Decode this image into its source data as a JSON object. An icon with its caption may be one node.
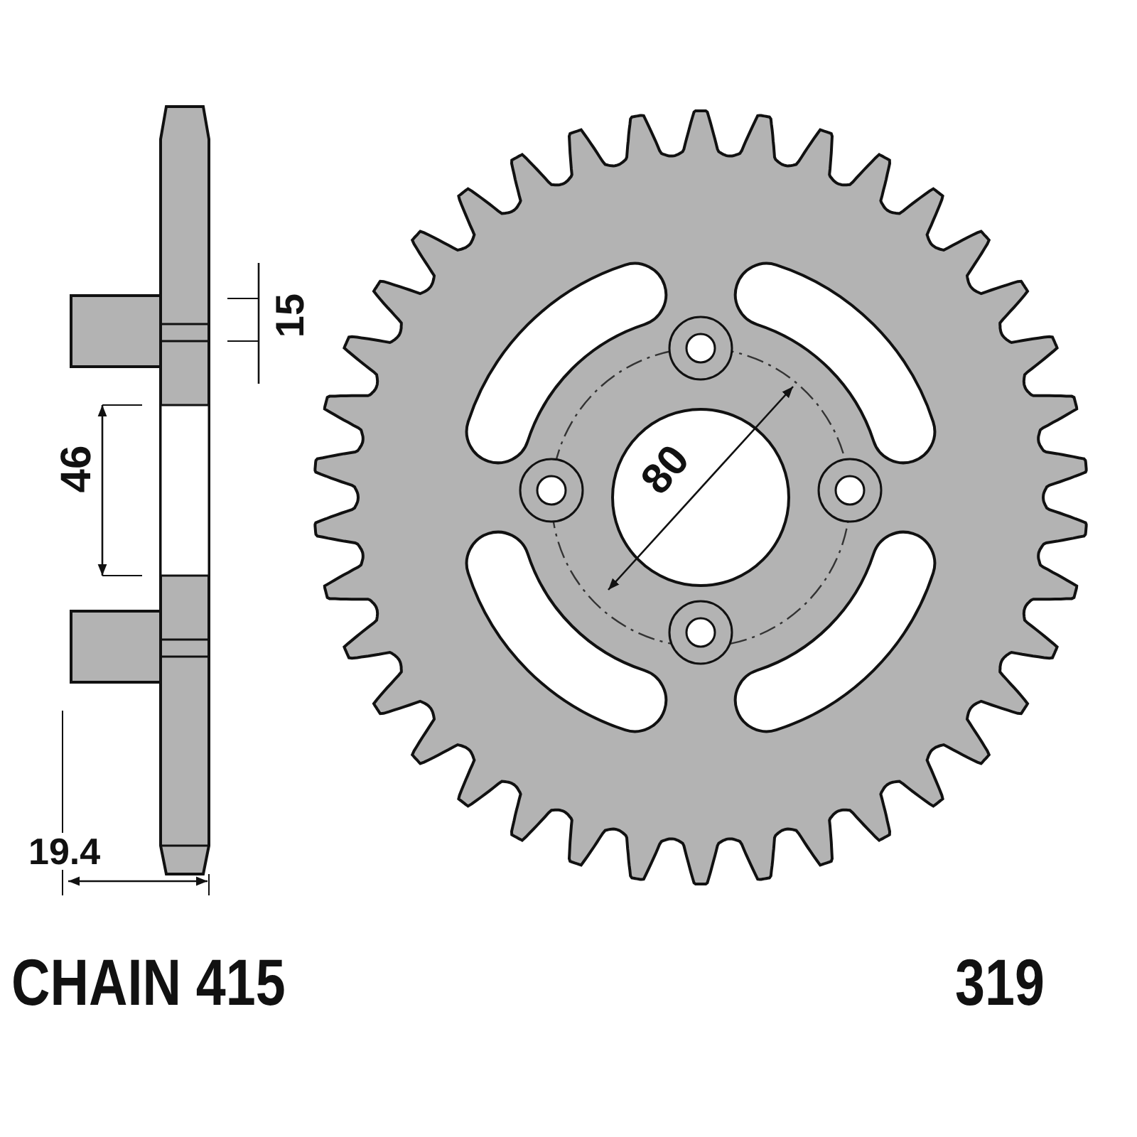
{
  "diagram": {
    "labels": [
      "15",
      "46",
      "80",
      "19.4",
      "CHAIN 415",
      "319"
    ]
  }
}
